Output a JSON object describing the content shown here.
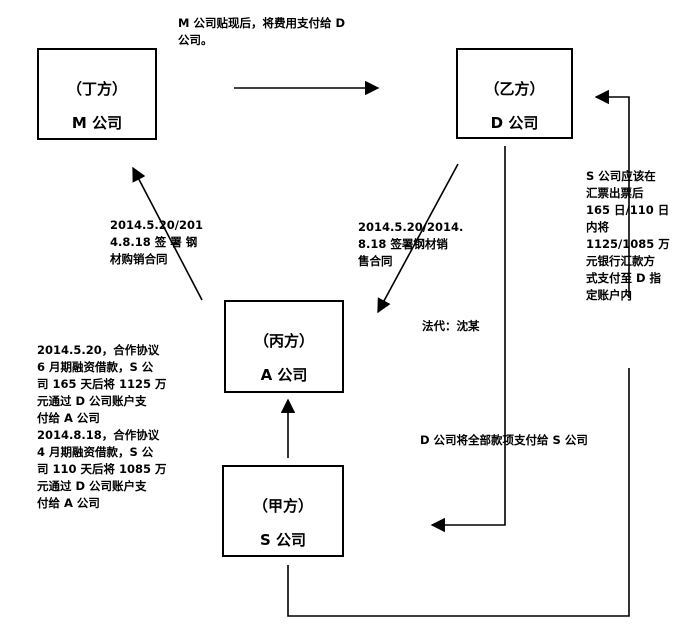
{
  "boxes": {
    "ding": {
      "role": "（丁方）",
      "name": "M 公司"
    },
    "yi": {
      "role": "（乙方）",
      "name": "D 公司"
    },
    "bing": {
      "role": "（丙方）",
      "name": "A 公司"
    },
    "jia": {
      "role": "（甲方）",
      "name": "S 公司"
    }
  },
  "labels": {
    "top_flow": "M 公司贴现后，将费用支付给 D\n公司。",
    "left_contract": "2014.5.20/201\n4.8.18 签 署 钢\n材购销合同",
    "right_contract": "2014.5.20/2014.\n8.18 签署钢材销\n售合同",
    "legal_rep": "法代：沈某",
    "s_should_pay": "S 公司应该在\n汇票出票后\n165 日/110 日\n内将\n1125/1085 万\n元银行汇款方\n式支付至 D 指\n定账户内",
    "loan_info": "2014.5.20，合作协议\n6 月期融资借款，S 公\n司 165 天后将 1125 万\n元通过 D 公司账户支\n付给 A 公司\n2014.8.18，合作协议\n4 月期融资借款，S 公\n司 110 天后将 1085 万\n元通过 D 公司账户支\n付给 A 公司",
    "d_pays_s": "D 公司将全部款项支付给 S 公司"
  }
}
